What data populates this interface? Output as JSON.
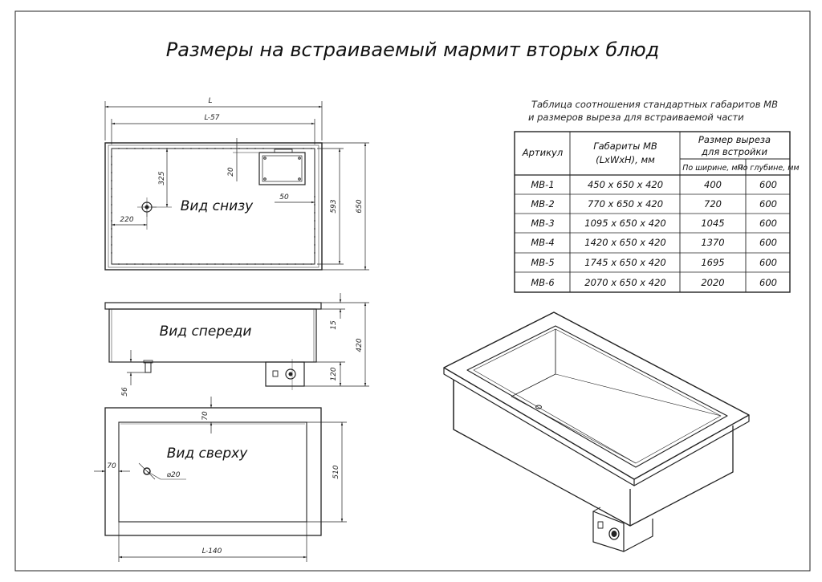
{
  "title": "Размеры на встраиваемый мармит вторых блюд",
  "views": {
    "bottom": "Вид снизу",
    "front": "Вид спереди",
    "top": "Вид сверху"
  },
  "dimensions": {
    "L": "L",
    "L57": "L-57",
    "d325": "325",
    "d20": "20",
    "d50": "50",
    "d220": "220",
    "d593": "593",
    "d650": "650",
    "d15": "15",
    "d420": "420",
    "d120": "120",
    "d56": "56",
    "d70a": "70",
    "d70b": "70",
    "d510": "510",
    "phi20": "⌀20",
    "L140": "L-140"
  },
  "table": {
    "caption_line1": "Таблица соотношения стандартных габаритов МВ",
    "caption_line2": "и размеров выреза для встраиваемой части",
    "headers": {
      "article": "Артикул",
      "dims_line1": "Габариты МВ",
      "dims_line2": "(LxWxH), мм",
      "cut_line1": "Размер выреза",
      "cut_line2": "для встройки",
      "cut_width": "По ширине, мм",
      "cut_depth": "По глубине, мм"
    },
    "rows": [
      {
        "article": "МВ-1",
        "dims": "450 x 650 x 420",
        "width": "400",
        "depth": "600"
      },
      {
        "article": "МВ-2",
        "dims": "770 x 650 x 420",
        "width": "720",
        "depth": "600"
      },
      {
        "article": "МВ-3",
        "dims": "1095 x 650 x 420",
        "width": "1045",
        "depth": "600"
      },
      {
        "article": "МВ-4",
        "dims": "1420 x 650 x 420",
        "width": "1370",
        "depth": "600"
      },
      {
        "article": "МВ-5",
        "dims": "1745 x 650 x 420",
        "width": "1695",
        "depth": "600"
      },
      {
        "article": "МВ-6",
        "dims": "2070 x 650 x 420",
        "width": "2020",
        "depth": "600"
      }
    ]
  }
}
